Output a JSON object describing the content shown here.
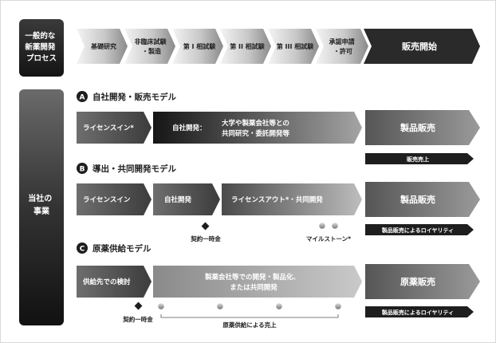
{
  "process": {
    "label_lines": [
      "一般的な",
      "新薬開発",
      "プロセス"
    ],
    "steps": [
      {
        "lines": [
          "基礎研究"
        ]
      },
      {
        "lines": [
          "非臨床試験",
          "・製造"
        ]
      },
      {
        "lines": [
          "第 I 相試験"
        ]
      },
      {
        "lines": [
          "第 II 相試験"
        ]
      },
      {
        "lines": [
          "第 III 相試験"
        ]
      },
      {
        "lines": [
          "承認申請",
          "・許可"
        ]
      },
      {
        "lines": [
          "販売開始"
        ]
      }
    ]
  },
  "company": {
    "label_lines": [
      "当社の",
      "事業"
    ]
  },
  "models": [
    {
      "badge": "A",
      "title": "自社開発・販売モデル",
      "arrows": [
        {
          "lines": [
            "ライセンスイン*"
          ]
        },
        {
          "prefix": "自社開発：",
          "lines": [
            "大学や製薬会社等との",
            "共同研究・委託開発等"
          ]
        },
        {
          "lines": [
            "製品販売"
          ]
        }
      ],
      "revenue": "販売売上"
    },
    {
      "badge": "B",
      "title": "導出・共同開発モデル",
      "arrows": [
        {
          "lines": [
            "ライセンスイン"
          ]
        },
        {
          "lines": [
            "自社開発"
          ]
        },
        {
          "lines": [
            "ライセンスアウト*・共同開発"
          ]
        },
        {
          "lines": [
            "製品販売"
          ]
        }
      ],
      "markers": {
        "upfront": "契約一時金",
        "milestone": "マイルストーン*"
      },
      "revenue": "製品販売によるロイヤリティ"
    },
    {
      "badge": "C",
      "title": "原薬供給モデル",
      "arrows": [
        {
          "lines": [
            "供給先での検討"
          ]
        },
        {
          "lines": [
            "製薬会社等での開発・製品化、",
            "または共同開発"
          ]
        },
        {
          "lines": [
            "原薬販売"
          ]
        }
      ],
      "markers": {
        "upfront": "契約一時金",
        "supply": "原薬供給による売上"
      },
      "revenue": "製品販売によるロイヤリティ"
    }
  ]
}
